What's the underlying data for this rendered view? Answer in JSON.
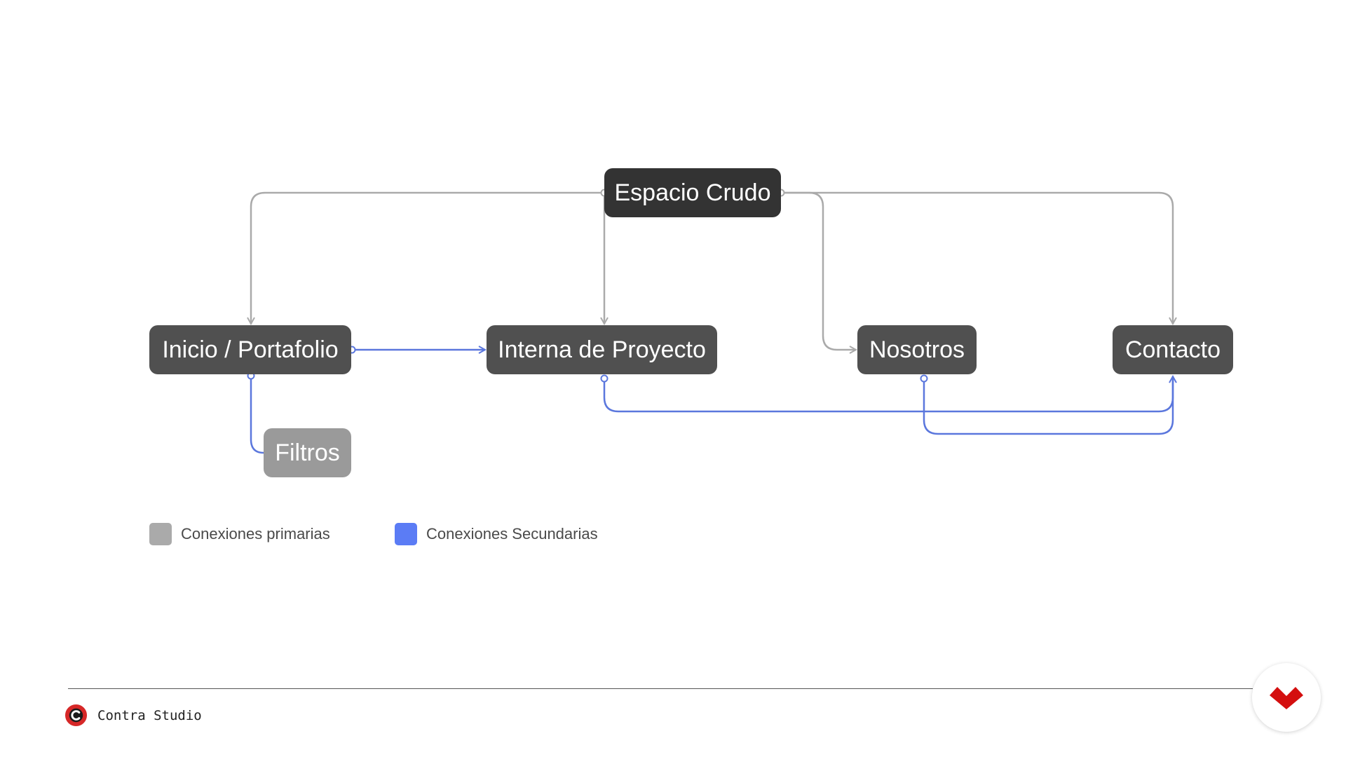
{
  "nodes": {
    "root": "Espacio Crudo",
    "inicio": "Inicio / Portafolio",
    "interna": "Interna de Proyecto",
    "nosotros": "Nosotros",
    "contacto": "Contacto",
    "filtros": "Filtros"
  },
  "connections": {
    "primary": [
      {
        "from": "Espacio Crudo",
        "to": "Inicio / Portafolio"
      },
      {
        "from": "Espacio Crudo",
        "to": "Interna de Proyecto"
      },
      {
        "from": "Espacio Crudo",
        "to": "Nosotros"
      },
      {
        "from": "Espacio Crudo",
        "to": "Contacto"
      }
    ],
    "secondary": [
      {
        "from": "Inicio / Portafolio",
        "to": "Interna de Proyecto"
      },
      {
        "from": "Inicio / Portafolio",
        "to": "Filtros"
      },
      {
        "from": "Interna de Proyecto",
        "to": "Contacto"
      },
      {
        "from": "Nosotros",
        "to": "Contacto"
      }
    ]
  },
  "legend": {
    "primary": {
      "label": "Conexiones primarias",
      "color": "#aaaaaa"
    },
    "secondary": {
      "label": "Conexiones Secundarias",
      "color": "#5b7cf5"
    }
  },
  "footer": {
    "brand": "Contra Studio",
    "logo_icon": "contra-c-logo-icon",
    "badge_icon": "red-chevron-icon"
  },
  "colors": {
    "primary_line": "#aaaaaa",
    "secondary_line": "#5b77dd",
    "node_root": "#333333",
    "node_main": "#505050",
    "node_sub": "#9a9a9a",
    "brand_red": "#d62828"
  }
}
